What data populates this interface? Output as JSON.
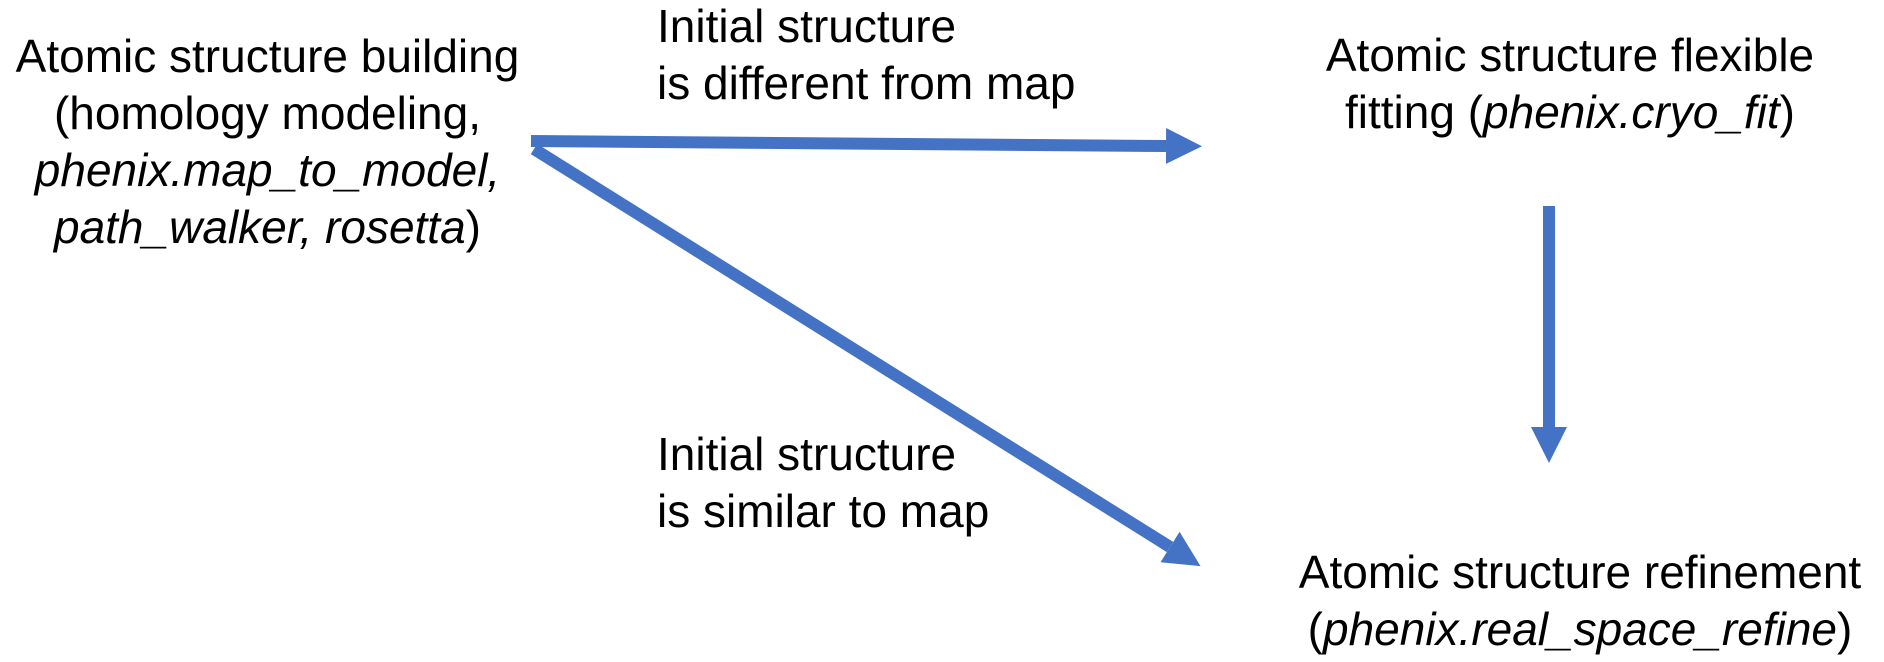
{
  "diagram": {
    "arrow_color": "#4472C4",
    "text_color": "#000000",
    "background_color": "#ffffff",
    "nodes": {
      "building": {
        "line1": "Atomic structure building",
        "line2": "(homology modeling,",
        "line3_italic": "phenix.map_to_model,",
        "line4_italic": "path_walker, rosetta",
        "line4_close": ")"
      },
      "flexible_fitting": {
        "line1": "Atomic structure flexible",
        "line2_prefix": "fitting (",
        "line2_italic": "phenix.cryo_fit",
        "line2_suffix": ")"
      },
      "refinement": {
        "line1": "Atomic structure refinement",
        "line2_open": "(",
        "line2_italic": "phenix.real_space_refine",
        "line2_close": ")"
      }
    },
    "edge_labels": {
      "different": {
        "line1": "Initial structure",
        "line2": "is different from map"
      },
      "similar": {
        "line1": "Initial structure",
        "line2": "is similar to map"
      }
    },
    "edges": [
      {
        "from": "building",
        "to": "flexible_fitting",
        "label": "Initial structure is different from map"
      },
      {
        "from": "building",
        "to": "refinement",
        "label": "Initial structure is similar to map"
      },
      {
        "from": "flexible_fitting",
        "to": "refinement",
        "label": ""
      }
    ]
  }
}
